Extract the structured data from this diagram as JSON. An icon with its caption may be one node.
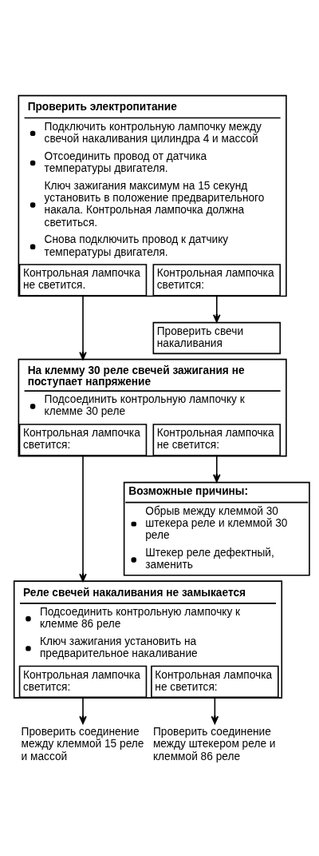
{
  "diagram": {
    "nodes": [
      {
        "text": [
          "Проверить электропитание",
          "Подключить контрольную лампочку между свечой накаливания цилиндра 4 и массой",
          "Отсоединить провод от датчика температуры двигателя.",
          "Ключ зажигания максимум на 15 секунд установить в положение предварительного накала. Контрольная лампочка должна светиться.",
          "Снова подключить провод к датчику температуры двигателя."
        ]
      },
      {
        "text": [
          "Контрольная лампочка не светится."
        ],
        "in": 0
      },
      {
        "text": [
          "Контрольная лампочка светится:"
        ],
        "in": 0
      },
      {
        "text": [
          "Проверить свечи накаливания"
        ]
      },
      {
        "text": [
          "На клемму 30 реле свечей зажигания не поступает напряжение",
          "Подсоединить контрольную лампочку к клемме 30 реле"
        ]
      },
      {
        "text": [
          "Контрольная лампочка светится:"
        ],
        "in": 4
      },
      {
        "text": [
          "Контрольная лампочка не светится:"
        ],
        "in": 4
      },
      {
        "text": [
          "Возможные причины:",
          "Обрыв между клеммой 30 штекера реле и клеммой 30 реле",
          "Штекер реле дефектный, заменить"
        ]
      },
      {
        "text": [
          "Реле свечей накаливания не замыкается",
          "Подсоединить контрольную лампочку к клемме 86 реле",
          "Ключ зажигания установить на предварительное накаливание"
        ]
      },
      {
        "text": [
          "Контрольная лампочка светится:"
        ],
        "in": 8
      },
      {
        "text": [
          "Контрольная лампочка не светится:"
        ],
        "in": 8
      },
      {
        "text": [
          "Проверить соединение между клеммой 15 реле и массой"
        ]
      },
      {
        "text": [
          "Проверить соединение между штекером реле и клеммой 86 реле"
        ]
      }
    ],
    "edges": [
      {
        "from": 1,
        "to": 4,
        "arrow": "to"
      },
      {
        "from": 2,
        "to": 3,
        "arrow": "to"
      },
      {
        "from": 5,
        "to": 8,
        "arrow": "to"
      },
      {
        "from": 6,
        "to": 7,
        "arrow": "to"
      },
      {
        "from": 9,
        "to": 11,
        "arrow": "to"
      },
      {
        "from": 10,
        "to": 12,
        "arrow": "to"
      }
    ]
  }
}
